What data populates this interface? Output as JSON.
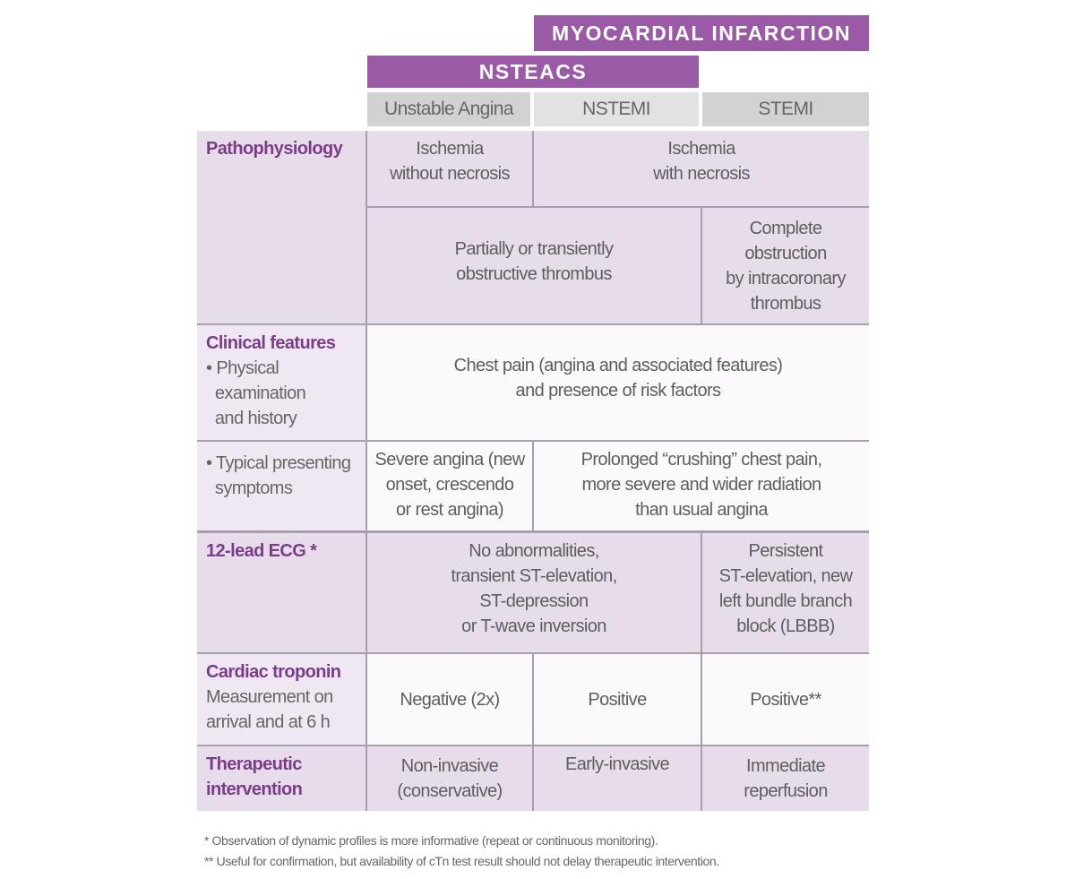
{
  "headers": {
    "mi": "MYOCARDIAL INFARCTION",
    "nsteacs": "NSTEACS",
    "unstable_angina": "Unstable Angina",
    "nstemi": "NSTEMI",
    "stemi": "STEMI"
  },
  "rows": {
    "pathophysiology": {
      "label": "Pathophysiology",
      "ua": "Ischemia\nwithout necrosis",
      "mi": "Ischemia\nwith necrosis",
      "nsteacs_thrombus": "Partially or transiently\nobstructive thrombus",
      "stemi_thrombus": "Complete\nobstruction\nby intracoronary\nthrombus"
    },
    "clinical": {
      "label": "Clinical features",
      "sub1": "• Physical\n  examination\n  and history",
      "value": "Chest pain (angina and associated features)\nand presence of risk factors"
    },
    "symptoms": {
      "label": "• Typical presenting\n  symptoms",
      "ua": "Severe angina (new\nonset, crescendo\nor rest angina)",
      "mi": "Prolonged “crushing” chest pain,\nmore severe and wider radiation\nthan usual angina"
    },
    "ecg": {
      "label": "12-lead ECG *",
      "nsteacs": "No abnormalities,\ntransient ST-elevation,\nST-depression\nor T-wave inversion",
      "stemi": "Persistent\nST-elevation, new\nleft bundle branch\nblock (LBBB)"
    },
    "troponin": {
      "label": "Cardiac troponin",
      "sub": "Measurement on\narrival and at 6 h",
      "ua": "Negative (2x)",
      "nstemi": "Positive",
      "stemi": "Positive**"
    },
    "therapy": {
      "label": "Therapeutic\nintervention",
      "ua": "Non-invasive\n(conservative)",
      "nstemi": "Early-invasive",
      "stemi": "Immediate\nreperfusion"
    }
  },
  "footnotes": [
    "* Observation of dynamic profiles is more informative (repeat or continuous monitoring).",
    "** Useful for confirmation, but availability of cTn test result should not delay therapeutic intervention."
  ]
}
